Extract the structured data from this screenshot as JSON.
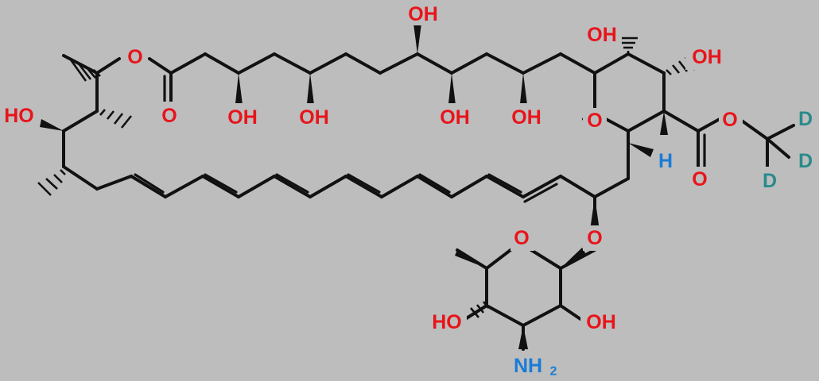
{
  "colors": {
    "background": "#bdbdbd",
    "bond": "#111111",
    "oxygen": "#e8141b",
    "nitrogen": "#1a7bd6",
    "deuterium": "#2a8a8a"
  },
  "atoms": {
    "oh": "OH",
    "ho": "HO",
    "o": "O",
    "h": "H",
    "d": "D",
    "n": "NH",
    "sub2": "2"
  }
}
